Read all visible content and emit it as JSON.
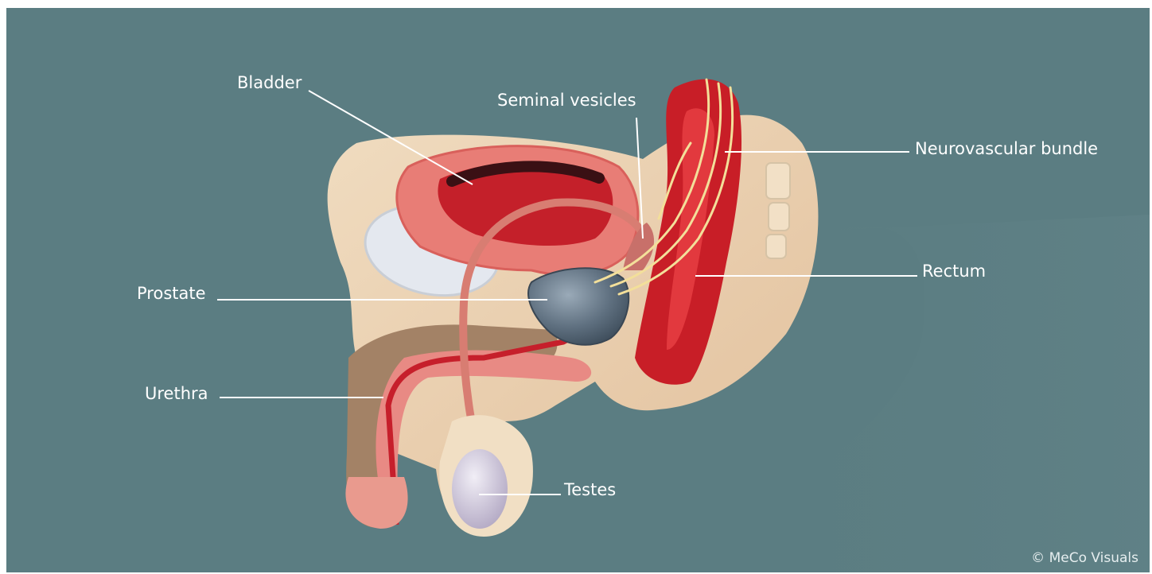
{
  "labels": {
    "bladder": "Bladder",
    "seminal_vesicles": "Seminal vesicles",
    "neurovascular_bundle": "Neurovascular bundle",
    "rectum": "Rectum",
    "prostate": "Prostate",
    "urethra": "Urethra",
    "testes": "Testes"
  },
  "credit": "© MeCo Visuals",
  "colors": {
    "background": "#5b7d82",
    "leader_line": "#ffffff",
    "prostate": "#5e7280"
  }
}
